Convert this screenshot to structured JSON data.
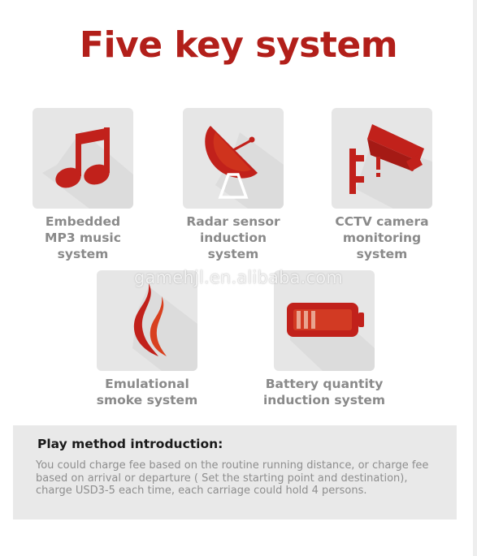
{
  "title": "Five key system",
  "watermark": "gamehjl.en.alibaba.com",
  "colors": {
    "accent": "#b21f1a",
    "icon_red": "#c1211b",
    "tile_bg": "#e6e6e6",
    "label_gray": "#8a8a8a"
  },
  "features": [
    {
      "icon": "music-note-icon",
      "label": "Embedded\nMP3 music\nsystem"
    },
    {
      "icon": "radar-dish-icon",
      "label": "Radar sensor\ninduction\nsystem"
    },
    {
      "icon": "cctv-camera-icon",
      "label": "CCTV camera\nmonitoring\nsystem"
    },
    {
      "icon": "flame-smoke-icon",
      "label": "Emulational\nsmoke system"
    },
    {
      "icon": "battery-icon",
      "label": "Battery quantity\ninduction system"
    }
  ],
  "info": {
    "title": "Play method introduction:",
    "text": "You could charge fee based on the routine running distance, or charge fee based on arrival or departure ( Set the starting point and destination), charge USD3-5 each time, each carriage could hold 4 persons."
  }
}
